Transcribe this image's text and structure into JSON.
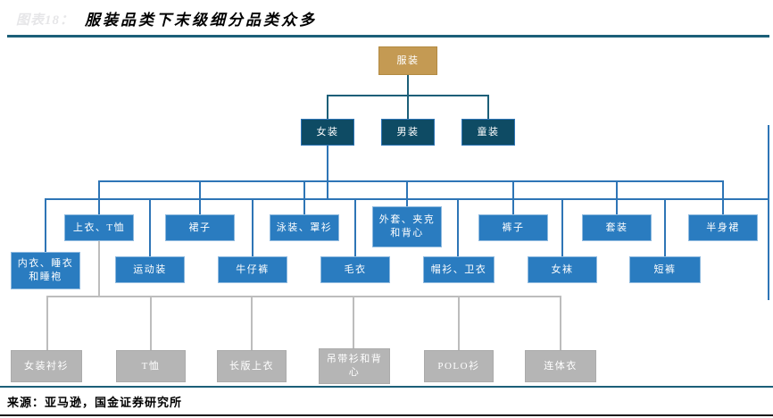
{
  "header": {
    "figure_label": "图表18：",
    "title": "服装品类下末级细分品类众多"
  },
  "footer": {
    "source": "来源：亚马逊，国金证券研究所"
  },
  "chart_data": {
    "type": "tree",
    "title": "服装品类下末级细分品类众多",
    "root": "服装",
    "level2": [
      "女装",
      "男装",
      "童装"
    ],
    "level3_parent": "女装",
    "level3_row1": [
      "上衣、T恤",
      "裙子",
      "泳装、罩衫",
      "外套、夹克和背心",
      "裤子",
      "套装",
      "半身裙"
    ],
    "level3_row2": [
      "内衣、睡衣和睡袍",
      "运动装",
      "牛仔裤",
      "毛衣",
      "帽衫、卫衣",
      "女袜",
      "短裤"
    ],
    "level4_parent": "上衣、T恤",
    "level4": [
      "女装衬衫",
      "T恤",
      "长版上衣",
      "吊带衫和背心",
      "POLO衫",
      "连体衣"
    ]
  },
  "colors": {
    "root_fill": "#C49A53",
    "level2_fill": "#0E4B64",
    "level3_fill": "#2A7CC0",
    "level4_fill": "#B5B5B5",
    "connector_teal": "#1C5F78",
    "connector_blue": "#2E75B6",
    "connector_gray": "#BDBDBD"
  }
}
